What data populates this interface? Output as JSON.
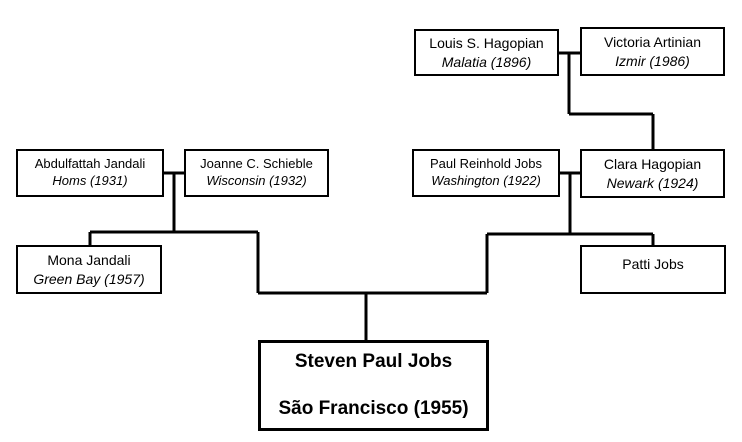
{
  "people": {
    "louis": {
      "name": "Louis S. Hagopian",
      "place": "Malatia",
      "year": "(1896)"
    },
    "victoria": {
      "name": "Victoria Artinian",
      "place": "Izmir",
      "year": "(1986)"
    },
    "abdul": {
      "name": "Abdulfattah Jandali",
      "place": "Homs",
      "year": "(1931)"
    },
    "joanne": {
      "name": "Joanne C. Schieble",
      "place": "Wisconsin",
      "year": "(1932)"
    },
    "paul": {
      "name": "Paul Reinhold Jobs",
      "place": "Washington",
      "year": "(1922)"
    },
    "clara": {
      "name": "Clara Hagopian",
      "place": "Newark",
      "year": "(1924)"
    },
    "mona": {
      "name": "Mona Jandali",
      "place": "Green Bay",
      "year": "(1957)"
    },
    "patti": {
      "name": "Patti Jobs"
    },
    "steve": {
      "name": "Steven Paul Jobs",
      "place": "São Francisco (1955)"
    }
  }
}
